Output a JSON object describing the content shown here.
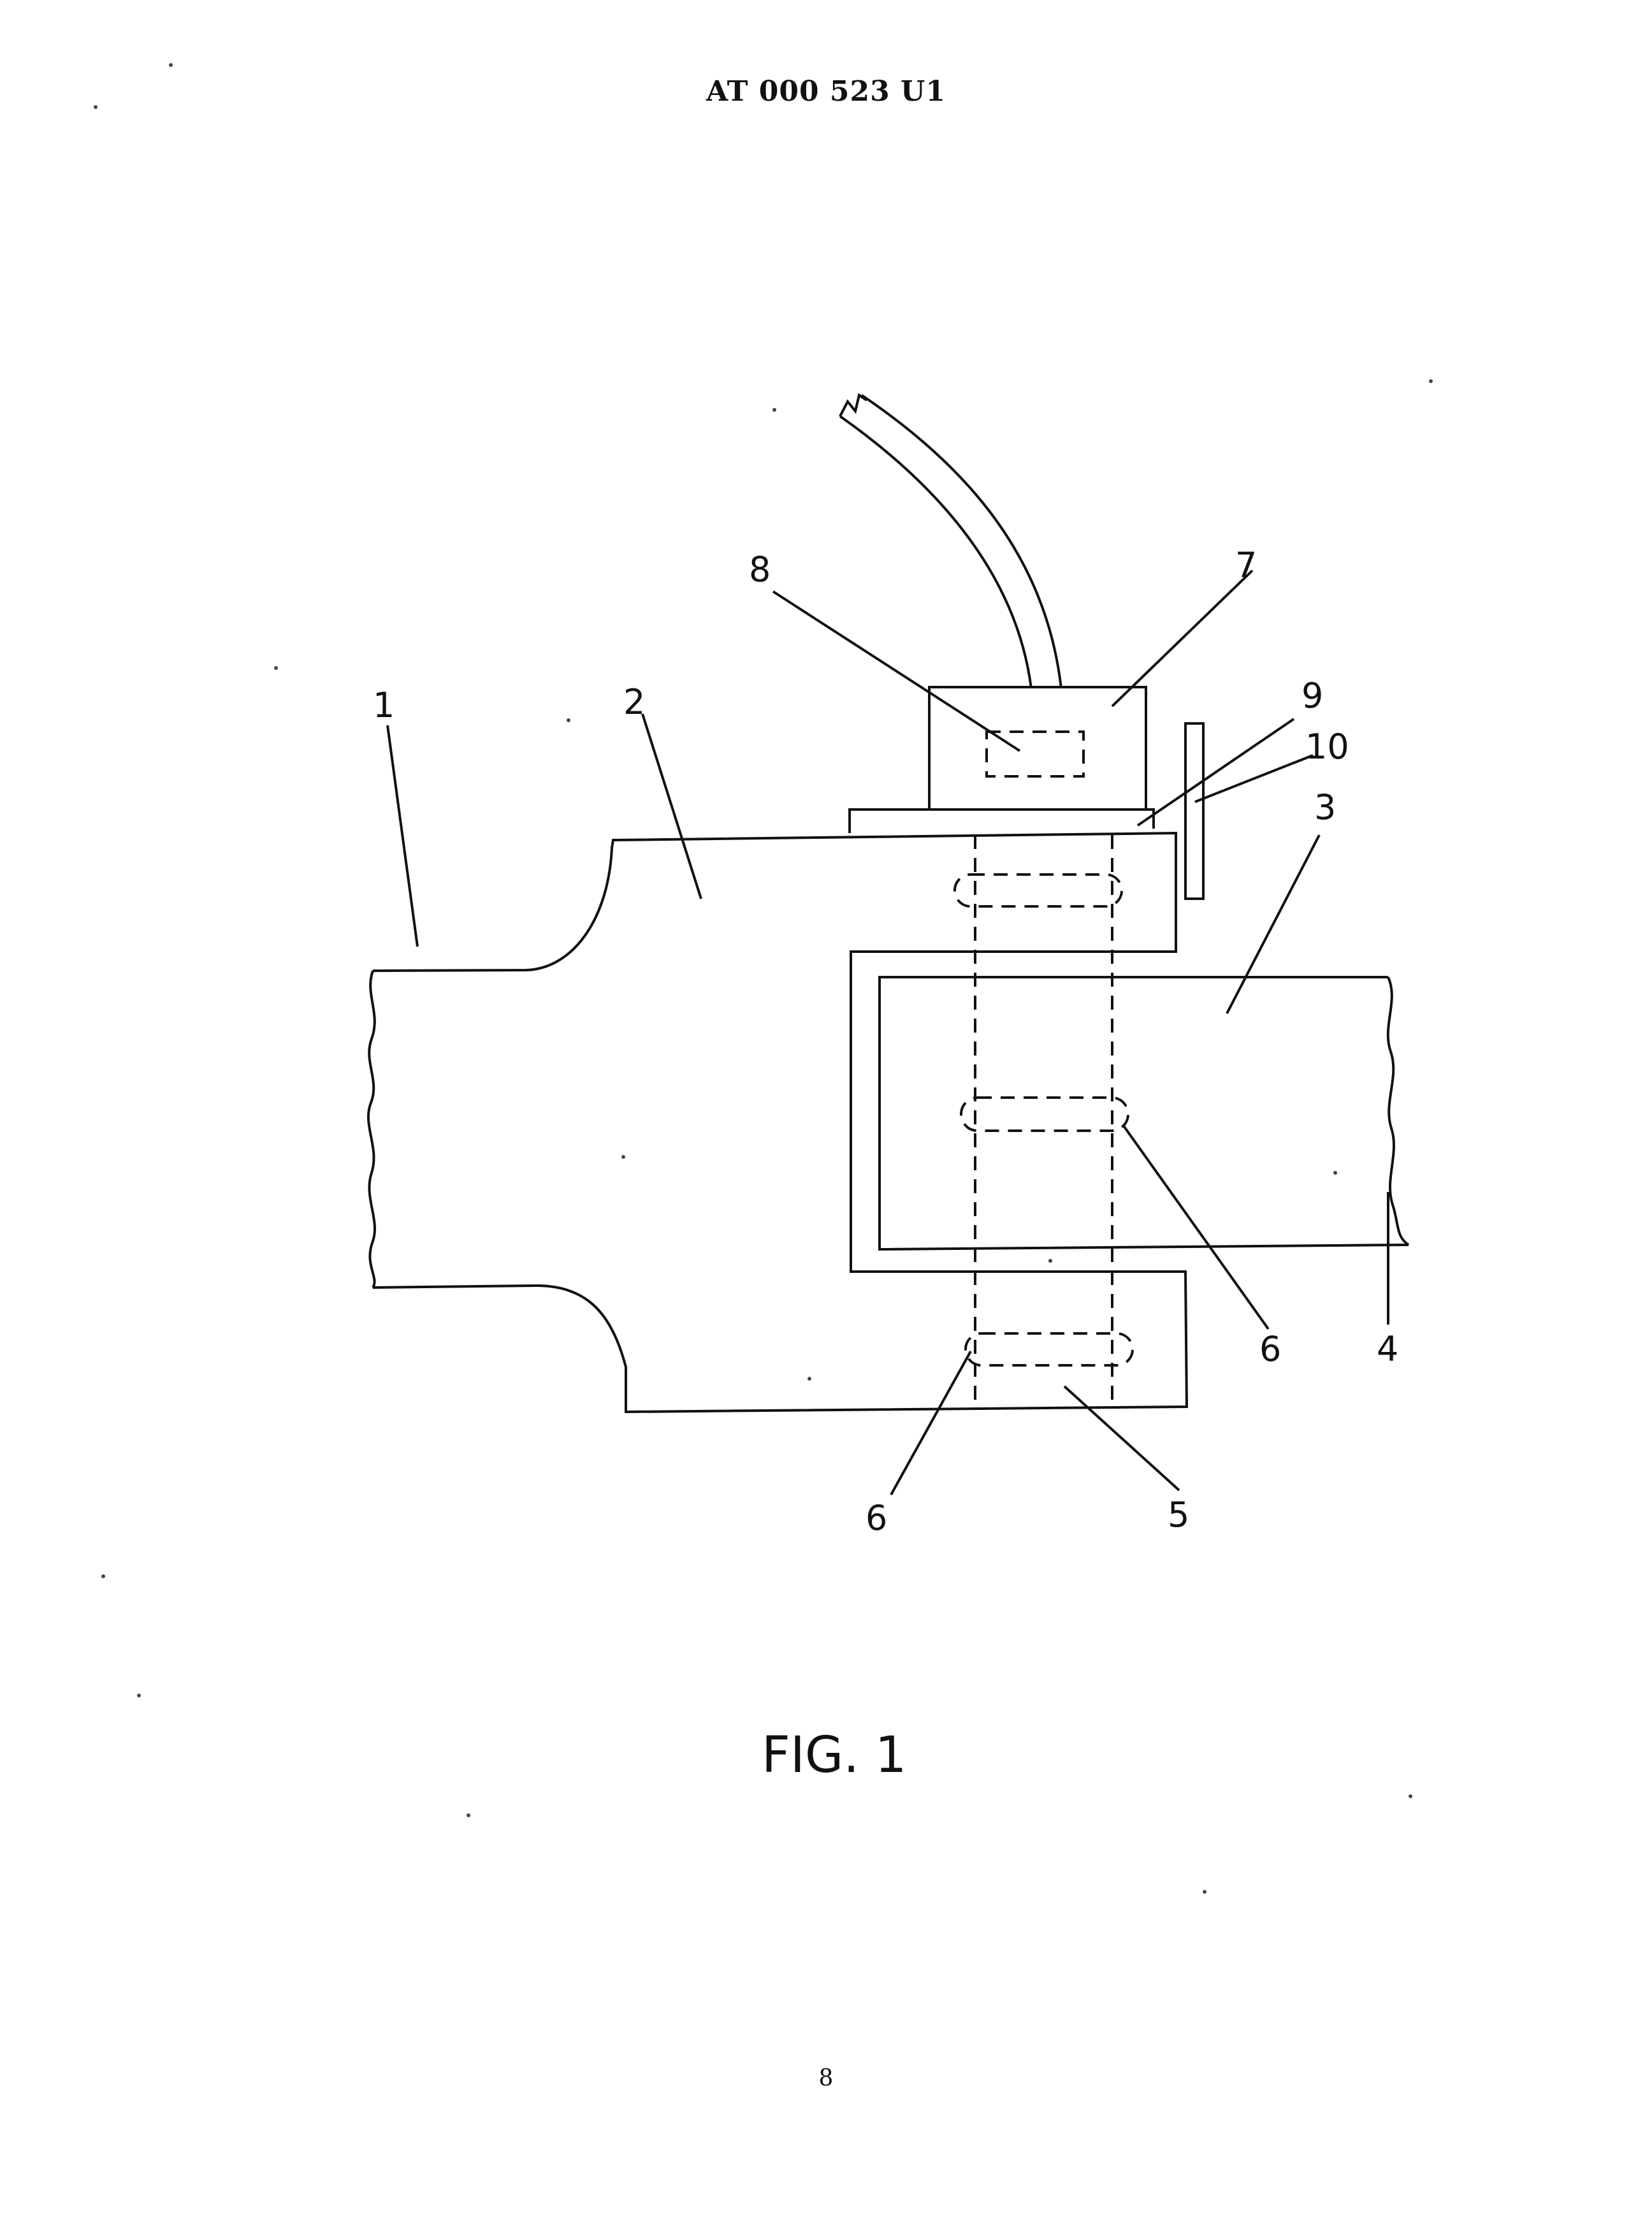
{
  "header": {
    "doc_number": "AT 000 523 U1"
  },
  "figure": {
    "caption": "FIG. 1",
    "labels": {
      "l1": "1",
      "l2": "2",
      "l3": "3",
      "l4": "4",
      "l5": "5",
      "l6a": "6",
      "l6b": "6",
      "l7": "7",
      "l8": "8",
      "l9": "9",
      "l10": "10"
    }
  },
  "footer": {
    "page_number": "8"
  }
}
